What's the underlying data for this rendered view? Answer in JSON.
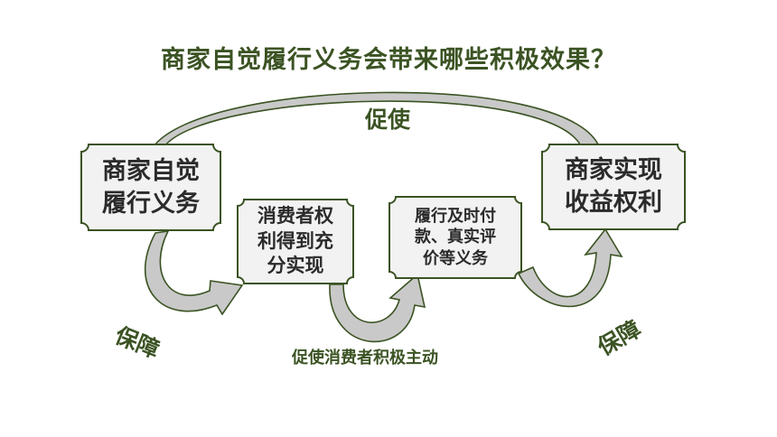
{
  "title": "商家自觉履行义务会带来哪些积极效果？",
  "boxes": {
    "merchant_duty": "商家自觉\n履行义务",
    "consumer_rights": "消费者权\n利得到充\n分实现",
    "consumer_duty": "履行及时付\n款、真实评\n价等义务",
    "merchant_benefit": "商家实现\n收益权利"
  },
  "labels": {
    "promote_top": "促使",
    "guarantee_left": "保障",
    "promote_bottom": "促使消费者积极主动",
    "guarantee_right": "保障"
  },
  "colors": {
    "border": "#3b5323",
    "box_fill": "#f2f2f2",
    "arrow_fill": "#c9c9c9",
    "arrow_stroke": "#3b5323",
    "text": "#2b2b2b"
  }
}
